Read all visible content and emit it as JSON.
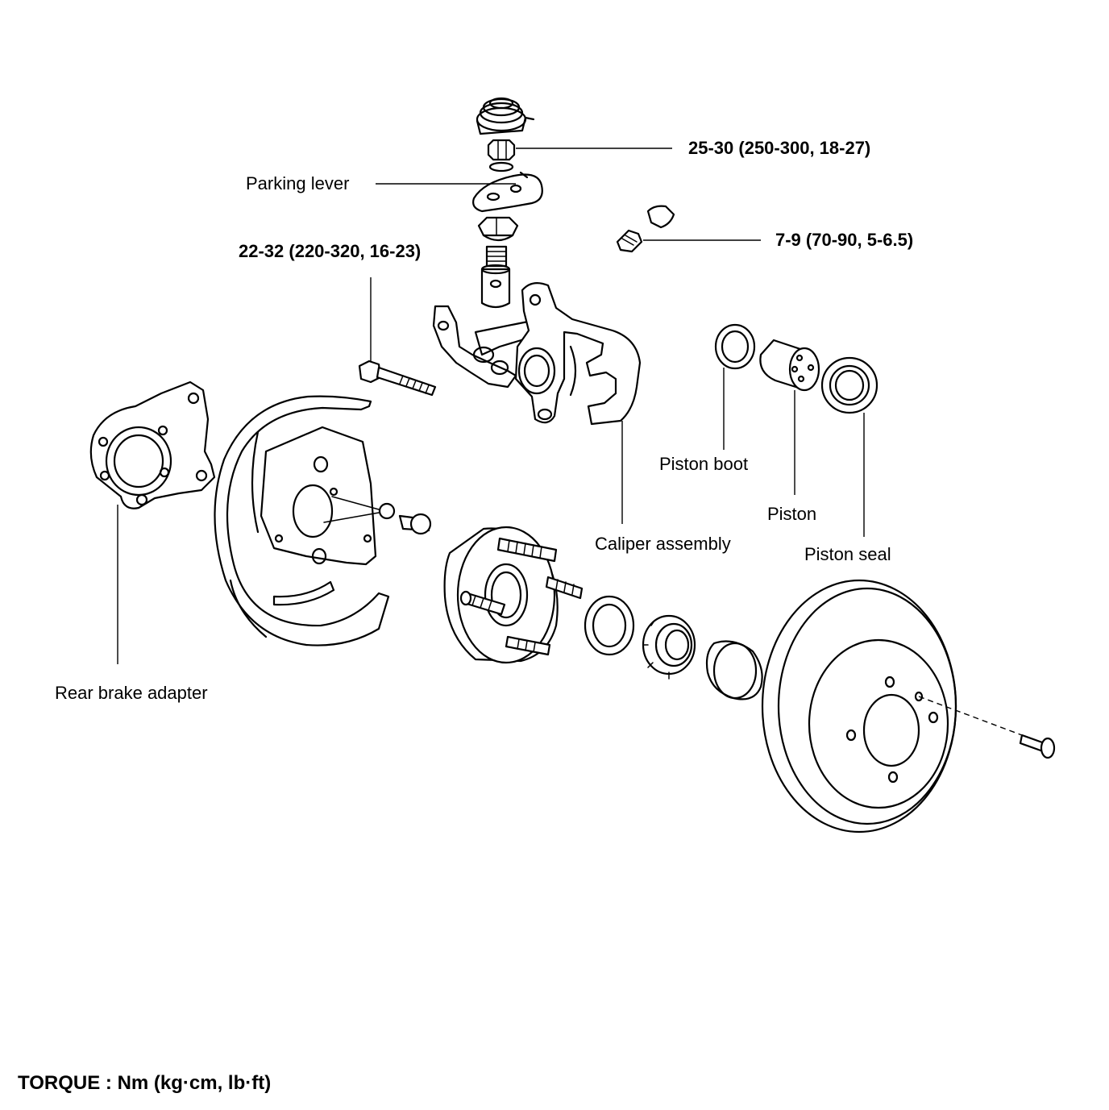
{
  "callouts": {
    "spring_torque": "25-30 (250-300, 18-27)",
    "parking_lever": "Parking lever",
    "bleeder_torque": "7-9 (70-90, 5-6.5)",
    "guide_bolt_torque": "22-32 (220-320, 16-23)",
    "piston_boot": "Piston boot",
    "piston": "Piston",
    "piston_seal": "Piston seal",
    "caliper_assembly": "Caliper assembly",
    "rear_brake_adapter": "Rear brake adapter"
  },
  "footer": {
    "torque_units": "TORQUE : Nm (kg·cm, lb·ft)"
  }
}
